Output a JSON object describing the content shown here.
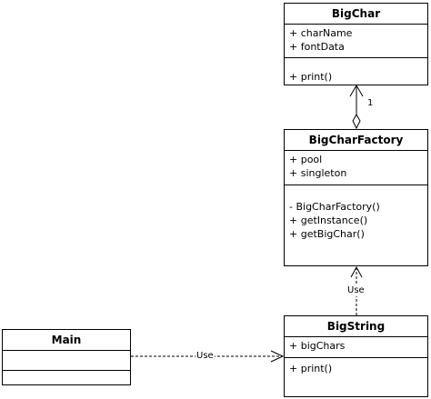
{
  "classes": {
    "bigchar": {
      "name": "BigChar",
      "attributes": [
        "+ charName",
        "+ fontData"
      ],
      "operations": [
        "+ print()"
      ]
    },
    "factory": {
      "name": "BigCharFactory",
      "attributes": [
        "+ pool",
        "+ singleton"
      ],
      "operations": [
        "- BigCharFactory()",
        "+ getInstance()",
        "+ getBigChar()"
      ]
    },
    "bigstring": {
      "name": "BigString",
      "attributes": [
        "+ bigChars"
      ],
      "operations": [
        "+ print()"
      ]
    },
    "main": {
      "name": "Main",
      "attributes": [],
      "operations": []
    }
  },
  "connectors": {
    "aggregation_multiplicity": "1",
    "bigstring_factory_label": "Use",
    "main_bigstring_label": "Use"
  }
}
